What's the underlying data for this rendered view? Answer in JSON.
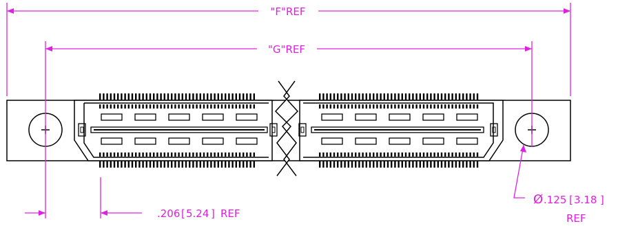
{
  "dimensions": {
    "overall_length": "\"F\"REF",
    "pitch_span": "\"G\"REF",
    "pin_offset": ".206",
    "pin_offset_metric": "5.24",
    "pin_offset_suffix": "REF",
    "hole_diameter_symbol": "Ø",
    "hole_diameter": ".125",
    "hole_diameter_metric": "3.18",
    "hole_diameter_suffix": "REF"
  },
  "colors": {
    "dimension": "#e020e0",
    "outline": "#000000",
    "background": "#ffffff"
  }
}
